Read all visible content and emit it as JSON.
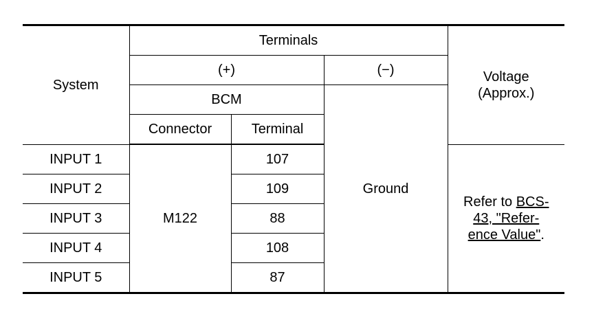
{
  "headers": {
    "system": "System",
    "terminals": "Terminals",
    "plus": "(+)",
    "minus": "(−)",
    "bcm": "BCM",
    "connector": "Connector",
    "terminal": "Terminal",
    "voltage_line1": "Voltage",
    "voltage_line2": "(Approx.)"
  },
  "rows": [
    {
      "system": "INPUT 1",
      "terminal": "107"
    },
    {
      "system": "INPUT 2",
      "terminal": "109"
    },
    {
      "system": "INPUT 3",
      "terminal": "88"
    },
    {
      "system": "INPUT 4",
      "terminal": "108"
    },
    {
      "system": "INPUT 5",
      "terminal": "87"
    }
  ],
  "connector": "M122",
  "ground": "Ground",
  "voltage_note": {
    "prefix": "Refer to ",
    "link_line1": "BCS-",
    "link_line2": "43, \"Refer-",
    "link_line3": "ence Value\"",
    "suffix": "."
  }
}
